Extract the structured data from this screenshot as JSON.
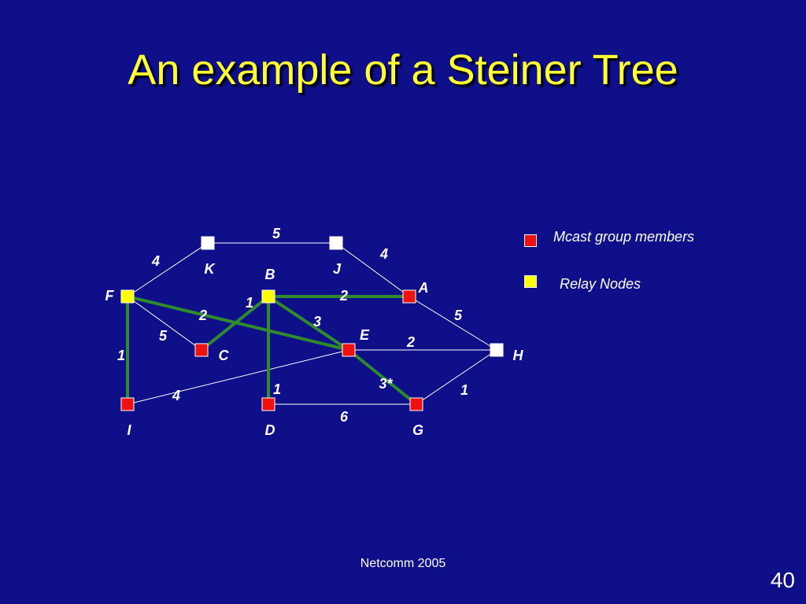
{
  "slide": {
    "title": "An example of a Steiner Tree",
    "footer": "Netcomm 2005",
    "page_number": "40"
  },
  "legend": {
    "members_label": "Mcast group members",
    "relay_label": "Relay Nodes",
    "members_color": "#ee1111",
    "relay_color": "#ffff00"
  },
  "colors": {
    "background": "#0f0f8a",
    "title": "#ffff33",
    "tree_edge": "#2e8b2e",
    "plain_edge": "#ffffff",
    "member_node": "#ee1111",
    "relay_node": "#ffff00",
    "other_node": "#ffffff"
  },
  "nodes": [
    {
      "id": "K",
      "label": "K",
      "type": "other"
    },
    {
      "id": "J",
      "label": "J",
      "type": "other"
    },
    {
      "id": "F",
      "label": "F",
      "type": "relay"
    },
    {
      "id": "B",
      "label": "B",
      "type": "relay"
    },
    {
      "id": "A",
      "label": "A",
      "type": "member"
    },
    {
      "id": "C",
      "label": "C",
      "type": "member"
    },
    {
      "id": "E",
      "label": "E",
      "type": "member"
    },
    {
      "id": "H",
      "label": "H",
      "type": "other"
    },
    {
      "id": "I",
      "label": "I",
      "type": "member"
    },
    {
      "id": "D",
      "label": "D",
      "type": "member"
    },
    {
      "id": "G",
      "label": "G",
      "type": "member"
    }
  ],
  "edges": [
    {
      "from": "K",
      "to": "J",
      "weight": "5",
      "tree": false
    },
    {
      "from": "F",
      "to": "K",
      "weight": "4",
      "tree": false
    },
    {
      "from": "J",
      "to": "A",
      "weight": "4",
      "tree": false
    },
    {
      "from": "F",
      "to": "C",
      "weight": "5",
      "tree": false
    },
    {
      "from": "F",
      "to": "E",
      "weight": "2",
      "tree": true
    },
    {
      "from": "F",
      "to": "I",
      "weight": "1",
      "tree": true
    },
    {
      "from": "B",
      "to": "C",
      "weight": "1",
      "tree": true
    },
    {
      "from": "B",
      "to": "A",
      "weight": "2",
      "tree": true
    },
    {
      "from": "B",
      "to": "E",
      "weight": "3",
      "tree": true
    },
    {
      "from": "B",
      "to": "D",
      "weight": "1",
      "tree": true
    },
    {
      "from": "E",
      "to": "H",
      "weight": "2",
      "tree": false
    },
    {
      "from": "A",
      "to": "H",
      "weight": "5",
      "tree": false
    },
    {
      "from": "E",
      "to": "G",
      "weight": "3*",
      "tree": true
    },
    {
      "from": "I",
      "to": "E",
      "weight": "4",
      "tree": false
    },
    {
      "from": "D",
      "to": "G",
      "weight": "6",
      "tree": false
    },
    {
      "from": "G",
      "to": "H",
      "weight": "1",
      "tree": false
    }
  ]
}
